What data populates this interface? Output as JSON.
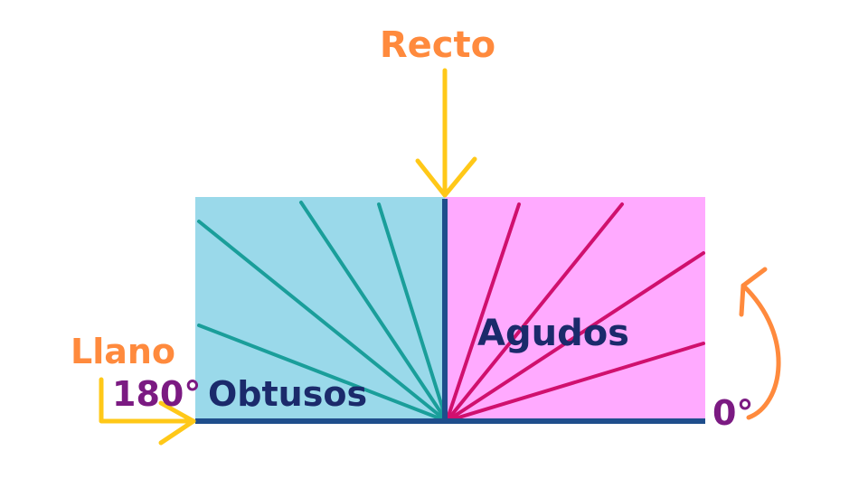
{
  "labels": {
    "right": "Recto",
    "straight": "Llano",
    "deg180": "180°",
    "obtuse": "Obtusos",
    "acute": "Agudos",
    "deg0": "0°"
  },
  "colors": {
    "obtuse_region": "#9ad9ea",
    "acute_region": "#ffaaff",
    "obtuse_rays": "#1a9e9a",
    "acute_rays": "#d0106e",
    "baseline": "#1f4e8c",
    "label_orange": "#ff8a3d",
    "degree_purple": "#7b1a82",
    "region_text": "#1b2a6b",
    "arrow_yellow": "#ffc818",
    "rotation_arrow": "#ff8a3d"
  }
}
